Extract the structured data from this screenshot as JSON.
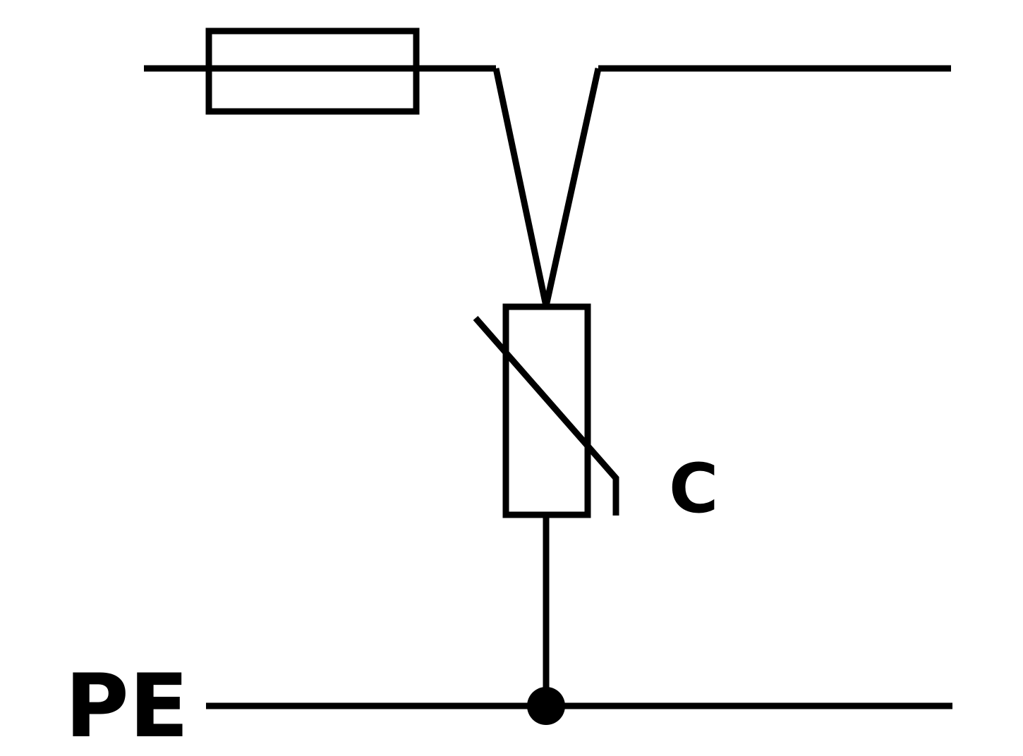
{
  "labels": {
    "varistor": "C",
    "protective_earth": "PE"
  },
  "components": {
    "fuse": "fuse-symbol",
    "varistor": "varistor-symbol",
    "junction": "junction-dot"
  },
  "colors": {
    "line": "#000000",
    "background": "#ffffff"
  }
}
